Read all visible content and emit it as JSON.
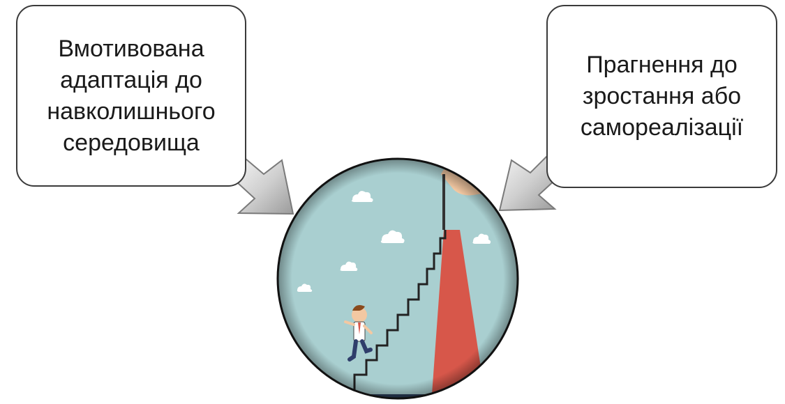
{
  "diagram": {
    "left_callout": {
      "lines": [
        "Вмотивована",
        "адаптація до",
        "навколишнього",
        "середовища"
      ]
    },
    "right_callout": {
      "lines": [
        "Прагнення до",
        "зростання або",
        "самореалізації"
      ]
    },
    "center_image": {
      "description_icon": "career-ladder-illustration-icon"
    },
    "colors": {
      "sky": "#a9cfd0",
      "pencil": "#d7574a",
      "stairs": "#222222",
      "arrow_fill": "#c8c8c8",
      "box_border": "#3a3a3a"
    }
  }
}
